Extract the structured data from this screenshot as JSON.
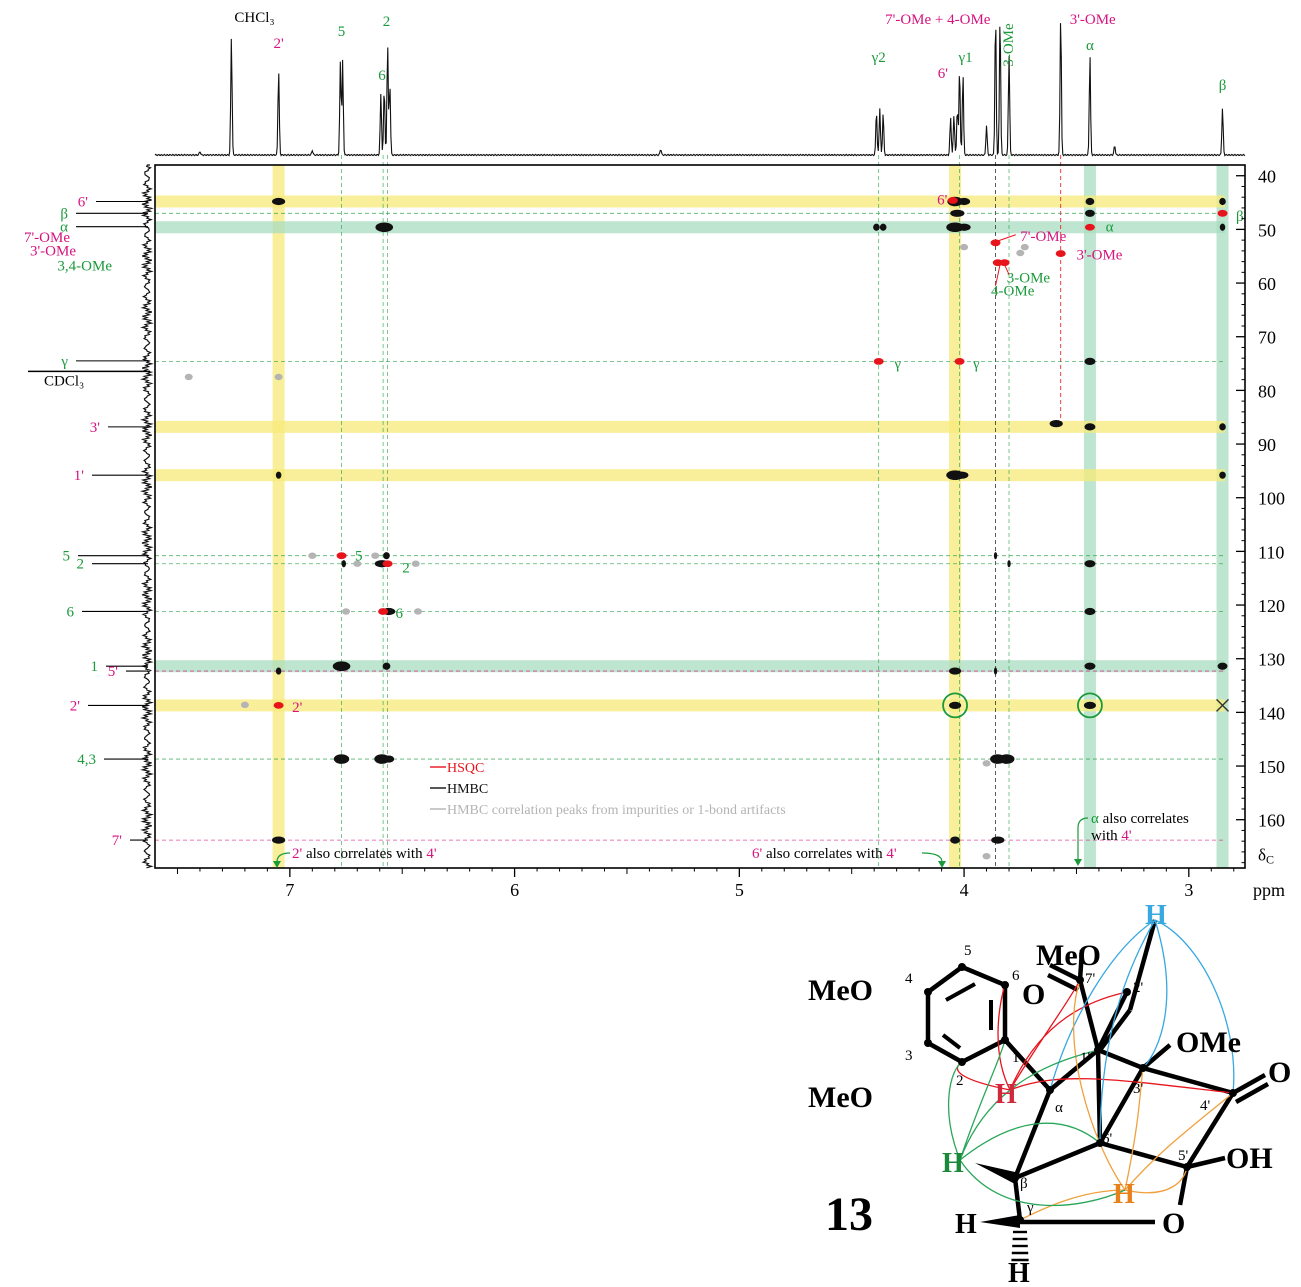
{
  "chart_data": {
    "type": "scatter",
    "subtype": "2D NMR HSQC/HMBC overlay with 1H projection",
    "x_unit": "ppm",
    "y_unit": "δC",
    "xlim": [
      7.6,
      2.75
    ],
    "ylim": [
      38,
      169
    ],
    "x_ticks": [
      "7",
      "6",
      "5",
      "4",
      "3"
    ],
    "y_ticks": [
      "40",
      "50",
      "60",
      "70",
      "80",
      "90",
      "100",
      "110",
      "120",
      "130",
      "140",
      "150",
      "160"
    ],
    "colors": {
      "hsqc": "#e8141c",
      "hmbc": "#111111",
      "impurity": "#b4b4b4",
      "green": "#1a9a3a",
      "magenta": "#d6137f",
      "yellow_band": "#f7e978",
      "green_band": "#a8dcc0"
    },
    "proton_labels": [
      {
        "text": "CHCl₃",
        "x": 7.26,
        "color": "black"
      },
      {
        "text": "2'",
        "x": 7.05,
        "color": "magenta"
      },
      {
        "text": "5",
        "x": 6.77,
        "color": "green"
      },
      {
        "text": "6",
        "x": 6.59,
        "color": "green"
      },
      {
        "text": "2",
        "x": 6.57,
        "color": "green"
      },
      {
        "text": "γ2",
        "x": 4.38,
        "color": "green"
      },
      {
        "text": "6'",
        "x": 4.05,
        "color": "magenta"
      },
      {
        "text": "γ1",
        "x": 4.02,
        "color": "green"
      },
      {
        "text": "3-OMe",
        "x": 3.8,
        "color": "green"
      },
      {
        "text": "α",
        "x": 3.44,
        "color": "green"
      },
      {
        "text": "β",
        "x": 2.85,
        "color": "green"
      }
    ],
    "proton_top_labels": [
      {
        "text": "7'-OMe + 4-OMe",
        "x": 3.85,
        "color": "magenta"
      },
      {
        "text": "3'-OMe",
        "x": 3.57,
        "color": "magenta"
      }
    ],
    "proton_peaks": [
      {
        "x": 7.26,
        "h": 1.0
      },
      {
        "x": 7.05,
        "h": 0.72
      },
      {
        "x": 6.775,
        "h": 0.8
      },
      {
        "x": 6.765,
        "h": 0.8
      },
      {
        "x": 6.595,
        "h": 0.52
      },
      {
        "x": 6.58,
        "h": 0.58
      },
      {
        "x": 6.565,
        "h": 0.95
      },
      {
        "x": 6.555,
        "h": 0.62
      },
      {
        "x": 4.39,
        "h": 0.38
      },
      {
        "x": 4.375,
        "h": 0.4
      },
      {
        "x": 4.36,
        "h": 0.36
      },
      {
        "x": 4.06,
        "h": 0.32
      },
      {
        "x": 4.045,
        "h": 0.34
      },
      {
        "x": 4.03,
        "h": 0.4
      },
      {
        "x": 4.02,
        "h": 0.75
      },
      {
        "x": 4.005,
        "h": 0.7
      },
      {
        "x": 3.9,
        "h": 0.25
      },
      {
        "x": 3.86,
        "h": 1.2
      },
      {
        "x": 3.84,
        "h": 1.2
      },
      {
        "x": 3.8,
        "h": 0.85
      },
      {
        "x": 3.57,
        "h": 1.2
      },
      {
        "x": 3.44,
        "h": 0.85
      },
      {
        "x": 3.33,
        "h": 0.08
      },
      {
        "x": 2.85,
        "h": 0.4
      },
      {
        "x": 5.35,
        "h": 0.05
      },
      {
        "x": 7.4,
        "h": 0.03
      },
      {
        "x": 6.9,
        "h": 0.04
      }
    ],
    "carbon_labels": [
      {
        "text": "6'",
        "y": 44.8,
        "color": "magenta"
      },
      {
        "text": "β",
        "y": 47.0,
        "color": "green"
      },
      {
        "text": "α",
        "y": 49.5,
        "color": "green"
      },
      {
        "text": "7'-OMe",
        "y": 52.5,
        "color": "magenta"
      },
      {
        "text": "3'-OMe",
        "y": 54.5,
        "color": "magenta"
      },
      {
        "text": "3,4-OMe",
        "y": 56.5,
        "color": "green"
      },
      {
        "text": "γ",
        "y": 74.5,
        "color": "green"
      },
      {
        "text": "CDCl₃",
        "y": 77.2,
        "color": "black"
      },
      {
        "text": "3'",
        "y": 86.8,
        "color": "magenta"
      },
      {
        "text": "1'",
        "y": 95.8,
        "color": "magenta"
      },
      {
        "text": "5",
        "y": 110.8,
        "color": "green"
      },
      {
        "text": "2",
        "y": 112.3,
        "color": "green"
      },
      {
        "text": "6",
        "y": 121.2,
        "color": "green"
      },
      {
        "text": "1",
        "y": 131.4,
        "color": "green"
      },
      {
        "text": "5'",
        "y": 132.3,
        "color": "magenta"
      },
      {
        "text": "2'",
        "y": 138.7,
        "color": "magenta"
      },
      {
        "text": "4,3",
        "y": 148.7,
        "color": "green"
      },
      {
        "text": "7'",
        "y": 163.8,
        "color": "magenta"
      }
    ],
    "hsqc_peaks": [
      {
        "x": 4.05,
        "y": 44.6
      },
      {
        "x": 2.85,
        "y": 47.0
      },
      {
        "x": 3.44,
        "y": 49.6
      },
      {
        "x": 3.86,
        "y": 52.5
      },
      {
        "x": 3.57,
        "y": 54.5
      },
      {
        "x": 3.85,
        "y": 56.2
      },
      {
        "x": 3.82,
        "y": 56.2
      },
      {
        "x": 4.38,
        "y": 74.6
      },
      {
        "x": 4.02,
        "y": 74.6
      },
      {
        "x": 6.77,
        "y": 110.8
      },
      {
        "x": 6.565,
        "y": 112.3
      },
      {
        "x": 6.585,
        "y": 121.2
      },
      {
        "x": 7.05,
        "y": 138.7
      }
    ],
    "hsqc_peak_labels": [
      {
        "text": "6'",
        "x": 4.12,
        "y": 44.4,
        "color": "magenta"
      },
      {
        "text": "β",
        "x": 2.79,
        "y": 47.5,
        "color": "green"
      },
      {
        "text": "α",
        "x": 3.37,
        "y": 49.5,
        "color": "green"
      },
      {
        "text": "7'-OMe",
        "x": 3.75,
        "y": 51.2,
        "color": "magenta"
      },
      {
        "text": "3'-OMe",
        "x": 3.5,
        "y": 54.7,
        "color": "magenta"
      },
      {
        "text": "3-OMe",
        "x": 3.81,
        "y": 59.0,
        "color": "green"
      },
      {
        "text": "4-OMe",
        "x": 3.88,
        "y": 61.4,
        "color": "green"
      },
      {
        "text": "γ",
        "x": 4.31,
        "y": 75.0,
        "color": "green"
      },
      {
        "text": "γ",
        "x": 3.96,
        "y": 75.0,
        "color": "green"
      },
      {
        "text": "5",
        "x": 6.71,
        "y": 110.8,
        "color": "green"
      },
      {
        "text": "2",
        "x": 6.5,
        "y": 113.0,
        "color": "green"
      },
      {
        "text": "6",
        "x": 6.53,
        "y": 121.5,
        "color": "green"
      },
      {
        "text": "2'",
        "x": 6.99,
        "y": 139.0,
        "color": "magenta"
      }
    ],
    "hmbc_peaks": [
      {
        "x": 7.05,
        "y": 44.8,
        "w": 1.2
      },
      {
        "x": 4.04,
        "y": 44.8,
        "w": 1.4
      },
      {
        "x": 4.0,
        "y": 44.8,
        "w": 1.1
      },
      {
        "x": 3.44,
        "y": 44.8,
        "w": 0.8
      },
      {
        "x": 2.85,
        "y": 44.8,
        "w": 0.6
      },
      {
        "x": 4.03,
        "y": 47.0,
        "w": 1.3
      },
      {
        "x": 3.44,
        "y": 47.0,
        "w": 0.9
      },
      {
        "x": 6.58,
        "y": 49.6,
        "w": 1.6
      },
      {
        "x": 4.39,
        "y": 49.6,
        "w": 0.6
      },
      {
        "x": 4.36,
        "y": 49.6,
        "w": 0.6
      },
      {
        "x": 4.04,
        "y": 49.6,
        "w": 1.6
      },
      {
        "x": 4.0,
        "y": 49.6,
        "w": 1.2
      },
      {
        "x": 2.85,
        "y": 49.6,
        "w": 0.5
      },
      {
        "x": 3.44,
        "y": 74.6,
        "w": 1.0
      },
      {
        "x": 3.59,
        "y": 86.2,
        "w": 1.2
      },
      {
        "x": 3.44,
        "y": 86.8,
        "w": 1.0
      },
      {
        "x": 2.85,
        "y": 86.8,
        "w": 0.6
      },
      {
        "x": 7.05,
        "y": 95.8,
        "w": 0.5
      },
      {
        "x": 4.04,
        "y": 95.8,
        "w": 1.6
      },
      {
        "x": 4.01,
        "y": 95.8,
        "w": 1.2
      },
      {
        "x": 2.85,
        "y": 95.8,
        "w": 0.6
      },
      {
        "x": 6.57,
        "y": 110.8,
        "w": 0.6
      },
      {
        "x": 6.59,
        "y": 112.3,
        "w": 1.3
      },
      {
        "x": 6.76,
        "y": 112.3,
        "w": 0.4
      },
      {
        "x": 3.44,
        "y": 112.3,
        "w": 1.0
      },
      {
        "x": 3.86,
        "y": 110.8,
        "w": 0.3
      },
      {
        "x": 3.8,
        "y": 112.3,
        "w": 0.3
      },
      {
        "x": 6.56,
        "y": 121.2,
        "w": 1.2
      },
      {
        "x": 3.44,
        "y": 121.2,
        "w": 1.0
      },
      {
        "x": 6.77,
        "y": 131.4,
        "w": 1.6
      },
      {
        "x": 6.57,
        "y": 131.4,
        "w": 0.7
      },
      {
        "x": 4.04,
        "y": 132.3,
        "w": 1.1
      },
      {
        "x": 3.44,
        "y": 131.4,
        "w": 1.0
      },
      {
        "x": 2.85,
        "y": 131.4,
        "w": 0.9
      },
      {
        "x": 7.05,
        "y": 132.3,
        "w": 0.5
      },
      {
        "x": 3.86,
        "y": 132.3,
        "w": 0.3
      },
      {
        "x": 4.04,
        "y": 138.7,
        "w": 1.1
      },
      {
        "x": 3.44,
        "y": 138.7,
        "w": 1.1
      },
      {
        "x": 6.77,
        "y": 148.7,
        "w": 1.4
      },
      {
        "x": 6.59,
        "y": 148.7,
        "w": 1.4
      },
      {
        "x": 6.56,
        "y": 148.7,
        "w": 1.0
      },
      {
        "x": 3.85,
        "y": 148.7,
        "w": 1.4
      },
      {
        "x": 3.81,
        "y": 148.7,
        "w": 1.4
      },
      {
        "x": 7.05,
        "y": 163.8,
        "w": 1.2
      },
      {
        "x": 4.04,
        "y": 163.8,
        "w": 0.9
      },
      {
        "x": 3.85,
        "y": 163.8,
        "w": 1.2
      }
    ],
    "impurity_peaks": [
      {
        "x": 7.45,
        "y": 77.5
      },
      {
        "x": 7.05,
        "y": 77.5
      },
      {
        "x": 4.0,
        "y": 53.3
      },
      {
        "x": 3.73,
        "y": 53.3
      },
      {
        "x": 3.75,
        "y": 54.4
      },
      {
        "x": 6.9,
        "y": 110.8
      },
      {
        "x": 6.62,
        "y": 110.8
      },
      {
        "x": 6.7,
        "y": 112.3
      },
      {
        "x": 6.44,
        "y": 112.3
      },
      {
        "x": 6.75,
        "y": 121.2
      },
      {
        "x": 6.43,
        "y": 121.2
      },
      {
        "x": 3.9,
        "y": 149.5
      },
      {
        "x": 3.9,
        "y": 166.8
      },
      {
        "x": 7.2,
        "y": 138.6
      }
    ],
    "yellow_bands": {
      "x": [
        7.05,
        4.04
      ],
      "y": [
        44.8,
        86.8,
        95.8,
        138.7
      ]
    },
    "green_bands": {
      "x": [
        3.44,
        2.85
      ],
      "y": [
        49.6,
        131.4
      ]
    },
    "circles": [
      {
        "x": 4.04,
        "y": 138.7
      },
      {
        "x": 3.44,
        "y": 138.7
      }
    ],
    "cross": {
      "x": 2.85,
      "y": 138.7
    },
    "legend": [
      {
        "text": "HSQC",
        "color": "#e8141c"
      },
      {
        "text": "HMBC",
        "color": "#111111"
      },
      {
        "text": "HMBC correlation peaks from impurities or 1-bond artifacts",
        "color": "#b4b4b4"
      }
    ],
    "annotations": [
      {
        "a": "2'",
        "b": " also correlates with ",
        "c": "4'"
      },
      {
        "a": "6'",
        "b": " also correlates with ",
        "c": "4'"
      },
      {
        "a": "α",
        "b": " also correlates",
        "c": "with ",
        "d": "4'"
      }
    ]
  },
  "structure": {
    "compound_number": "13",
    "groups": [
      "MeO",
      "MeO",
      "MeO",
      "O",
      "OMe",
      "O",
      "OH",
      "O"
    ],
    "atom_numbers": [
      "5",
      "4",
      "6",
      "3",
      "1",
      "2",
      "7'",
      "2'",
      "1'",
      "3'",
      "4'",
      "α",
      "6'",
      "5'",
      "β",
      "γ"
    ],
    "hydrogens": [
      "H",
      "H",
      "H",
      "H",
      "H",
      "H"
    ]
  }
}
